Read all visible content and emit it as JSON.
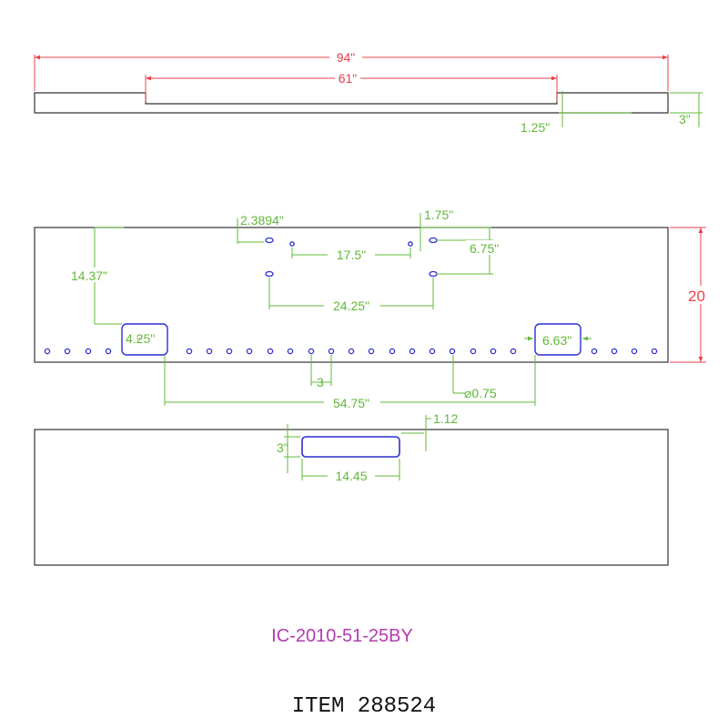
{
  "colors": {
    "outline": "#333333",
    "overall_dim": "#e8434c",
    "dim": "#62b83a",
    "feature": "#2b2fd0",
    "part_number": "#b33ab0",
    "item": "#111111"
  },
  "top_view": {
    "overall_length": "94\"",
    "cutout_length": "61\"",
    "thickness": "3\"",
    "step_depth": "1.25\""
  },
  "front_view": {
    "left_dim": "2.3894\"",
    "right_dim": "1.75\"",
    "inner_spacing": "17.5\"",
    "vertical_spacing": "6.75\"",
    "outer_spacing": "24.25\"",
    "left_height": "14.37\"",
    "panel_height": "20",
    "left_slot_width": "4.25\"",
    "right_slot_width": "6.63\"",
    "hole_pitch": "3",
    "hole_diameter": "⌀0.75",
    "slot_spacing": "54.75\""
  },
  "bottom_view": {
    "slot_height": "3\"",
    "slot_offset": "1.12",
    "slot_length": "14.45"
  },
  "part_number": "IC-2010-51-25BY",
  "item_label": "ITEM 288524"
}
